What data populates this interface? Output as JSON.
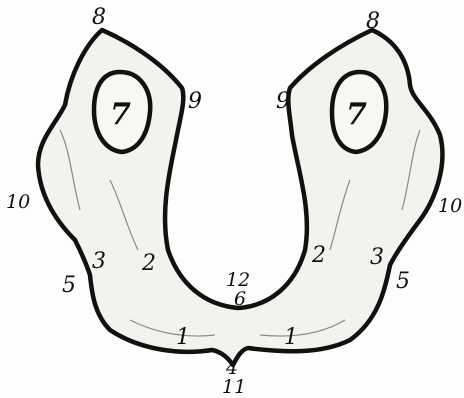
{
  "labels": {
    "top_left": "8",
    "top_right": "8",
    "hole_left": "7",
    "hole_right": "7",
    "inner_top_left": "9",
    "inner_top_right": "9",
    "outer_mid_left": "10",
    "outer_mid_right": "10",
    "outer_low_left": "5",
    "outer_low_right": "5",
    "corner_left": "3",
    "corner_right": "3",
    "inner_mid_left": "2",
    "inner_mid_right": "2",
    "arch_bottom_top": "12",
    "arch_bottom": "6",
    "lower_left": "1",
    "lower_right": "1",
    "base_top": "4",
    "base_bottom": "11"
  },
  "colors": {
    "ink": "#111111",
    "fill": "#f2f2ee"
  }
}
